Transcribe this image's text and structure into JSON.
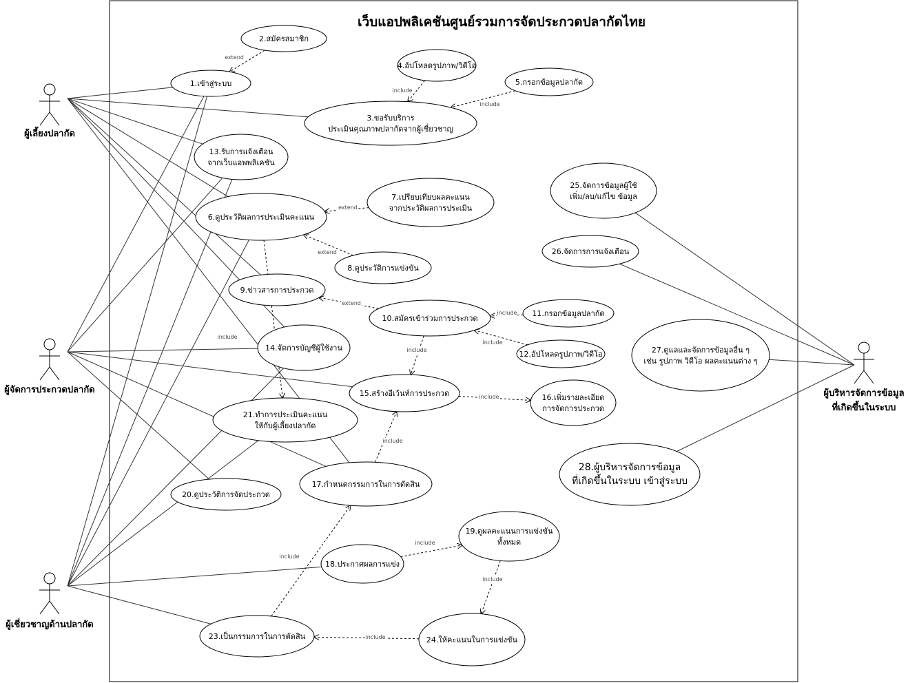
{
  "diagram": {
    "title": "เว็บแอปพลิเคชันศูนย์รวมการจัดประกวดปลากัดไทย",
    "actors": [
      {
        "id": "a1",
        "label": [
          "ผู้เลี้ยงปลากัด"
        ]
      },
      {
        "id": "a2",
        "label": [
          "ผู้จัดการประกวดปลากัด"
        ]
      },
      {
        "id": "a3",
        "label": [
          "ผู้เชี่ยวชาญด้านปลากัด"
        ]
      },
      {
        "id": "a4",
        "label": [
          "ผู้บริหารจัดการข้อมูล",
          "ที่เกิดขึ้นในระบบ"
        ]
      }
    ],
    "use_cases": [
      {
        "id": "u1",
        "label": [
          "1.เข้าสู่ระบบ"
        ]
      },
      {
        "id": "u2",
        "label": [
          "2.สมัครสมาชิก"
        ]
      },
      {
        "id": "u3",
        "label": [
          "3.ขอรับบริการ",
          "ประเมินคุณภาพปลากัดจากผู้เชี่ยวชาญ"
        ]
      },
      {
        "id": "u4",
        "label": [
          "4.อัปโหลดรูปภาพ/วิดีโอ"
        ]
      },
      {
        "id": "u5",
        "label": [
          "5.กรอกข้อมูลปลากัด"
        ]
      },
      {
        "id": "u6",
        "label": [
          "6.ดูประวัติผลการประเมินคะแนน"
        ]
      },
      {
        "id": "u7",
        "label": [
          "7.เปรียบเทียบผลคะแนน",
          "จากประวัติผลการประเมิน"
        ]
      },
      {
        "id": "u8",
        "label": [
          "8.ดูประวัติการแข่งขัน"
        ]
      },
      {
        "id": "u9",
        "label": [
          "9.ข่าวสารการประกวด"
        ]
      },
      {
        "id": "u10",
        "label": [
          "10.สมัครเข้าร่วมการประกวด"
        ]
      },
      {
        "id": "u11",
        "label": [
          "11.กรอกข้อมูลปลากัด"
        ]
      },
      {
        "id": "u12",
        "label": [
          "12.อัปโหลดรูปภาพ/วิดีโอ"
        ]
      },
      {
        "id": "u13",
        "label": [
          "13.รับการแจ้งเตือน",
          "จากเว็บแอพพลิเคชัน"
        ]
      },
      {
        "id": "u14",
        "label": [
          "14.จัดการบัญชีผู้ใช้งาน"
        ]
      },
      {
        "id": "u15",
        "label": [
          "15.สร้างอีเว้นท์การประกวด"
        ]
      },
      {
        "id": "u16",
        "label": [
          "16.เพิ่มรายละเอียด",
          "การจัดการประกวด"
        ]
      },
      {
        "id": "u17",
        "label": [
          "17.กำหนดกรรมการในการตัดสิน"
        ]
      },
      {
        "id": "u18",
        "label": [
          "18.ประกาศผลการแข่ง"
        ]
      },
      {
        "id": "u19",
        "label": [
          "19.ดูผลคะแนนการแข่งขัน",
          "ทั้งหมด"
        ]
      },
      {
        "id": "u20",
        "label": [
          "20.ดูประวัติการจัดประกวด"
        ]
      },
      {
        "id": "u21",
        "label": [
          "21.ทำการประเมินคะแนน",
          "ให้กับผู้เลี้ยงปลากัด"
        ]
      },
      {
        "id": "u23",
        "label": [
          "23.เป็นกรรมการในการตัดสิน"
        ]
      },
      {
        "id": "u24",
        "label": [
          "24.ให้คะแนนในการแข่งขัน"
        ]
      },
      {
        "id": "u25",
        "label": [
          "25.จัดการข้อมูลผู้ใช้",
          "เพิ่ม/ลบ/แก้ไข ข้อมูล"
        ]
      },
      {
        "id": "u26",
        "label": [
          "26.จัดการการแจ้งเตือน"
        ]
      },
      {
        "id": "u27",
        "label": [
          "27.ดูแลและจัดการข้อมูลอื่น ๆ",
          "เช่น รูปภาพ วิดีโอ ผลคะแนนต่าง ๆ"
        ]
      },
      {
        "id": "u28",
        "label": [
          "28.ผู้บริหารจัดการข้อมูล",
          "ที่เกิดขึ้นในระบบ เข้าสู่ระบบ"
        ]
      }
    ],
    "associations": [
      [
        "a1",
        "u1"
      ],
      [
        "a1",
        "u3"
      ],
      [
        "a1",
        "u13"
      ],
      [
        "a1",
        "u6"
      ],
      [
        "a1",
        "u9"
      ],
      [
        "a1",
        "u14"
      ],
      [
        "a1",
        "u17"
      ],
      [
        "a2",
        "u1"
      ],
      [
        "a2",
        "u13"
      ],
      [
        "a2",
        "u14"
      ],
      [
        "a2",
        "u15"
      ],
      [
        "a2",
        "u17"
      ],
      [
        "a2",
        "u20"
      ],
      [
        "a3",
        "u1"
      ],
      [
        "a3",
        "u13"
      ],
      [
        "a3",
        "u6"
      ],
      [
        "a3",
        "u14"
      ],
      [
        "a3",
        "u21"
      ],
      [
        "a3",
        "u18"
      ],
      [
        "a3",
        "u23"
      ],
      [
        "a4",
        "u25"
      ],
      [
        "a4",
        "u26"
      ],
      [
        "a4",
        "u27"
      ],
      [
        "a4",
        "u28"
      ]
    ],
    "dependencies": [
      {
        "from": "u2",
        "to": "u1",
        "label": "extend"
      },
      {
        "from": "u4",
        "to": "u3",
        "label": "include"
      },
      {
        "from": "u5",
        "to": "u3",
        "label": "include"
      },
      {
        "from": "u7",
        "to": "u6",
        "label": "extend"
      },
      {
        "from": "u8",
        "to": "u6",
        "label": "extend"
      },
      {
        "from": "u10",
        "to": "u9",
        "label": "extend"
      },
      {
        "from": "u11",
        "to": "u10",
        "label": "include"
      },
      {
        "from": "u12",
        "to": "u10",
        "label": "include"
      },
      {
        "from": "u10",
        "to": "u15",
        "label": "include"
      },
      {
        "from": "u15",
        "to": "u16",
        "label": "include"
      },
      {
        "from": "u17",
        "to": "u15",
        "label": "include"
      },
      {
        "from": "u6",
        "to": "u21",
        "label": "include"
      },
      {
        "from": "u18",
        "to": "u19",
        "label": "include"
      },
      {
        "from": "u23",
        "to": "u17",
        "label": "include"
      },
      {
        "from": "u19",
        "to": "u24",
        "label": "include"
      },
      {
        "from": "u24",
        "to": "u23",
        "label": "include"
      }
    ]
  }
}
